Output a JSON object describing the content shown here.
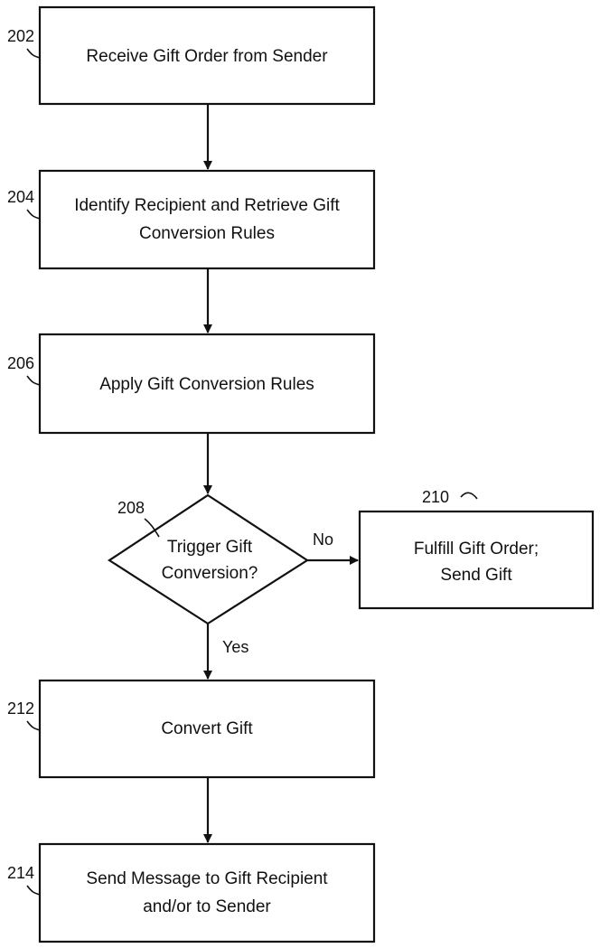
{
  "steps": {
    "s202": {
      "ref": "202",
      "lines": [
        "Receive Gift Order from Sender"
      ]
    },
    "s204": {
      "ref": "204",
      "lines": [
        "Identify Recipient and Retrieve Gift",
        "Conversion Rules"
      ]
    },
    "s206": {
      "ref": "206",
      "lines": [
        "Apply Gift Conversion Rules"
      ]
    },
    "s208": {
      "ref": "208",
      "lines": [
        "Trigger Gift",
        "Conversion?"
      ]
    },
    "s210": {
      "ref": "210",
      "lines": [
        "Fulfill Gift Order;",
        "Send Gift"
      ]
    },
    "s212": {
      "ref": "212",
      "lines": [
        "Convert Gift"
      ]
    },
    "s214": {
      "ref": "214",
      "lines": [
        "Send Message to Gift Recipient",
        "and/or to Sender"
      ]
    }
  },
  "branches": {
    "no": "No",
    "yes": "Yes"
  }
}
